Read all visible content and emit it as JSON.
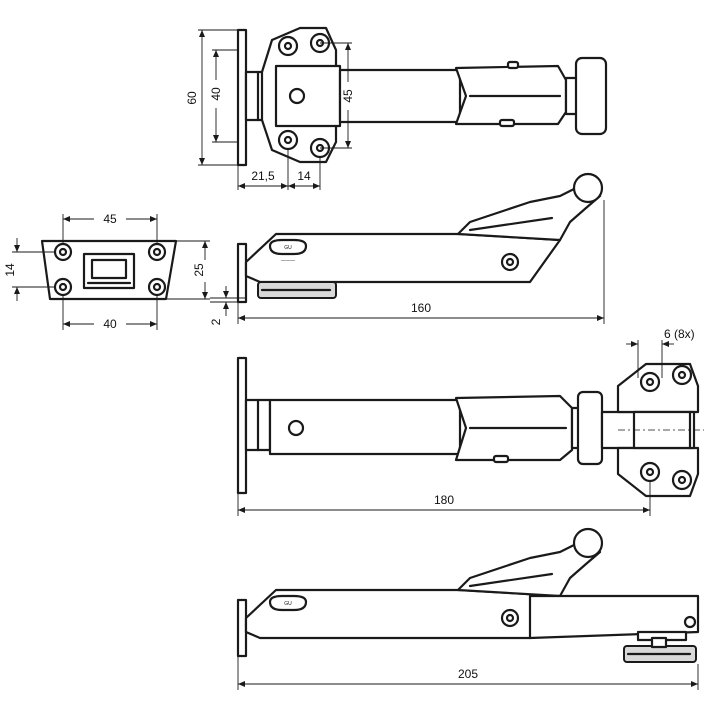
{
  "colors": {
    "line": "#1a1a1a",
    "background": "#ffffff",
    "shade": "#d8d8d8"
  },
  "view_top_1": {
    "height_label": "60",
    "inner_label": "40",
    "hole_label": "45",
    "offset_label_a": "21,5",
    "offset_label_b": "14"
  },
  "plate_detail": {
    "top_width": "45",
    "bottom_width": "40",
    "left_height": "14",
    "right_height": "25"
  },
  "view_side_1": {
    "gap_label": "2",
    "length_label": "160"
  },
  "view_top_2": {
    "hole_label": "6 (8x)",
    "length_label": "180"
  },
  "view_side_2": {
    "length_label": "205"
  }
}
